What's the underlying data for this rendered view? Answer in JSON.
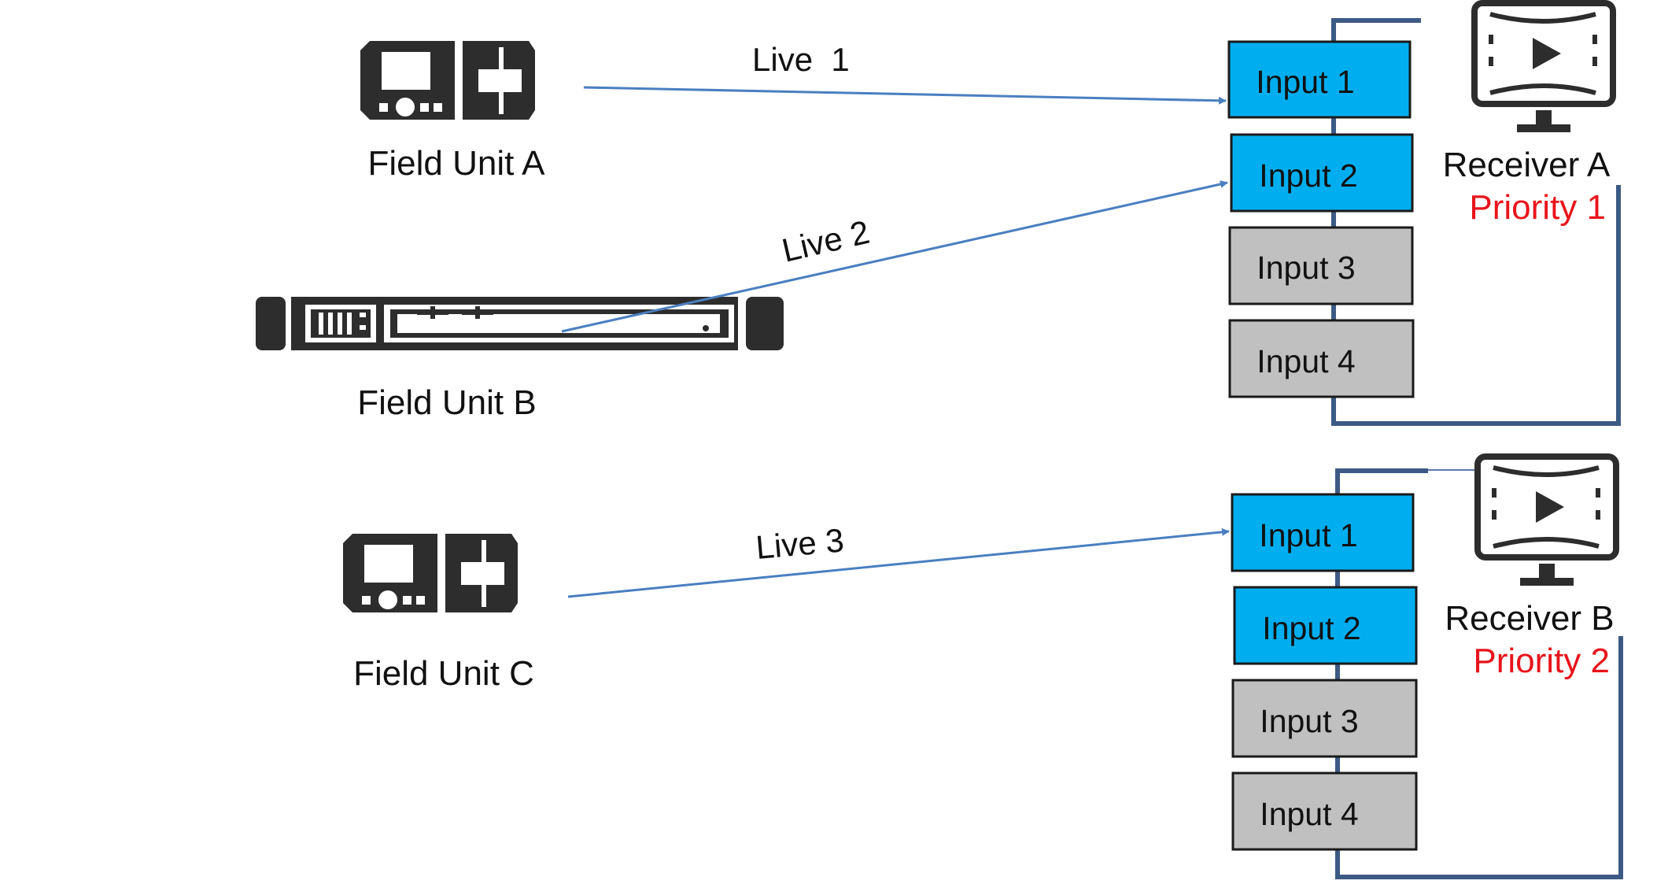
{
  "colors": {
    "active_input": "#00aeef",
    "inactive_input": "#c0c0c0",
    "arrow": "#4a7fc0",
    "bus": "#3d5a85",
    "priority": "#e8141b",
    "device": "#2d2d2d"
  },
  "field_units": [
    {
      "label": "Field Unit A",
      "icon": "encoder-unit-icon"
    },
    {
      "label": "Field Unit B",
      "icon": "rack-unit-icon"
    },
    {
      "label": "Field Unit C",
      "icon": "encoder-unit-icon"
    }
  ],
  "links": [
    {
      "label": "Live  1",
      "from": "Field Unit A",
      "to": "Receiver A / Input 1"
    },
    {
      "label": "Live 2",
      "from": "Field Unit B",
      "to": "Receiver A / Input 2"
    },
    {
      "label": "Live 3",
      "from": "Field Unit C",
      "to": "Receiver B / Input 1"
    }
  ],
  "receivers": [
    {
      "label": "Receiver A",
      "priority": "Priority 1",
      "icon": "monitor-play-icon",
      "inputs": [
        {
          "label": "Input 1",
          "active": true
        },
        {
          "label": "Input 2",
          "active": true
        },
        {
          "label": "Input 3",
          "active": false
        },
        {
          "label": "Input 4",
          "active": false
        }
      ]
    },
    {
      "label": "Receiver B",
      "priority": "Priority 2",
      "icon": "monitor-play-icon",
      "inputs": [
        {
          "label": "Input 1",
          "active": true
        },
        {
          "label": "Input 2",
          "active": true
        },
        {
          "label": "Input 3",
          "active": false
        },
        {
          "label": "Input 4",
          "active": false
        }
      ]
    }
  ]
}
